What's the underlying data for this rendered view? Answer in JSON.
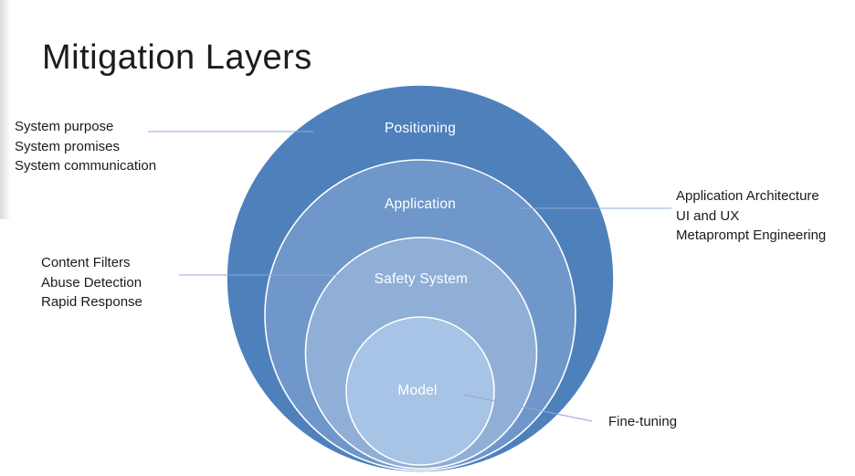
{
  "slide": {
    "title": "Mitigation Layers",
    "background_color": "#FFFFFF",
    "text_color": "#1B1B1B"
  },
  "diagram": {
    "type": "stacked-venn",
    "label_color": "#FFFFFF",
    "connector_color": "#92A8D8",
    "separator_color": "#FFFFFF",
    "layers": [
      {
        "label": "Positioning",
        "color": "#4E80BC"
      },
      {
        "label": "Application",
        "color": "#6F97C9"
      },
      {
        "label": "Safety System",
        "color": "#8FAFD6"
      },
      {
        "label": "Model",
        "color": "#A7C3E5"
      }
    ]
  },
  "annotations": {
    "positioning": {
      "lines": [
        "System purpose",
        "System promises",
        "System communication"
      ]
    },
    "application": {
      "lines": [
        "Application Architecture",
        "UI and UX",
        "Metaprompt Engineering"
      ]
    },
    "safety_system": {
      "lines": [
        "Content Filters",
        "Abuse Detection",
        "Rapid Response"
      ]
    },
    "model": {
      "lines": [
        "Fine-tuning"
      ]
    }
  }
}
